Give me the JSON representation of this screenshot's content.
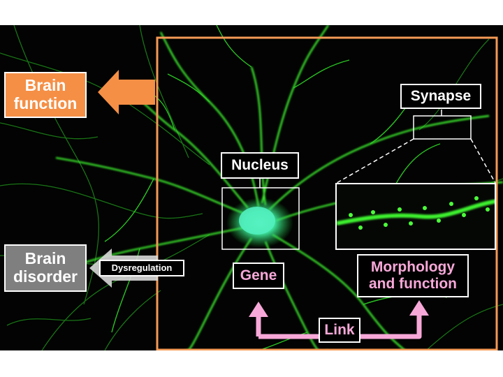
{
  "labels": {
    "brain_function": "Brain function",
    "brain_disorder": "Brain disorder",
    "dysregulation": "Dysregulation",
    "nucleus": "Nucleus",
    "synapse": "Synapse",
    "gene": "Gene",
    "morphology_function": "Morphology and function",
    "link": "Link"
  },
  "colors": {
    "frame": "#f59a55",
    "brain_function_bg": "#f58f45",
    "brain_disorder_bg": "#7f7f7f",
    "pink": "#f7a8d8",
    "neuron_green": "#3cf22e",
    "nucleus_cyan": "#3fe6a8"
  }
}
